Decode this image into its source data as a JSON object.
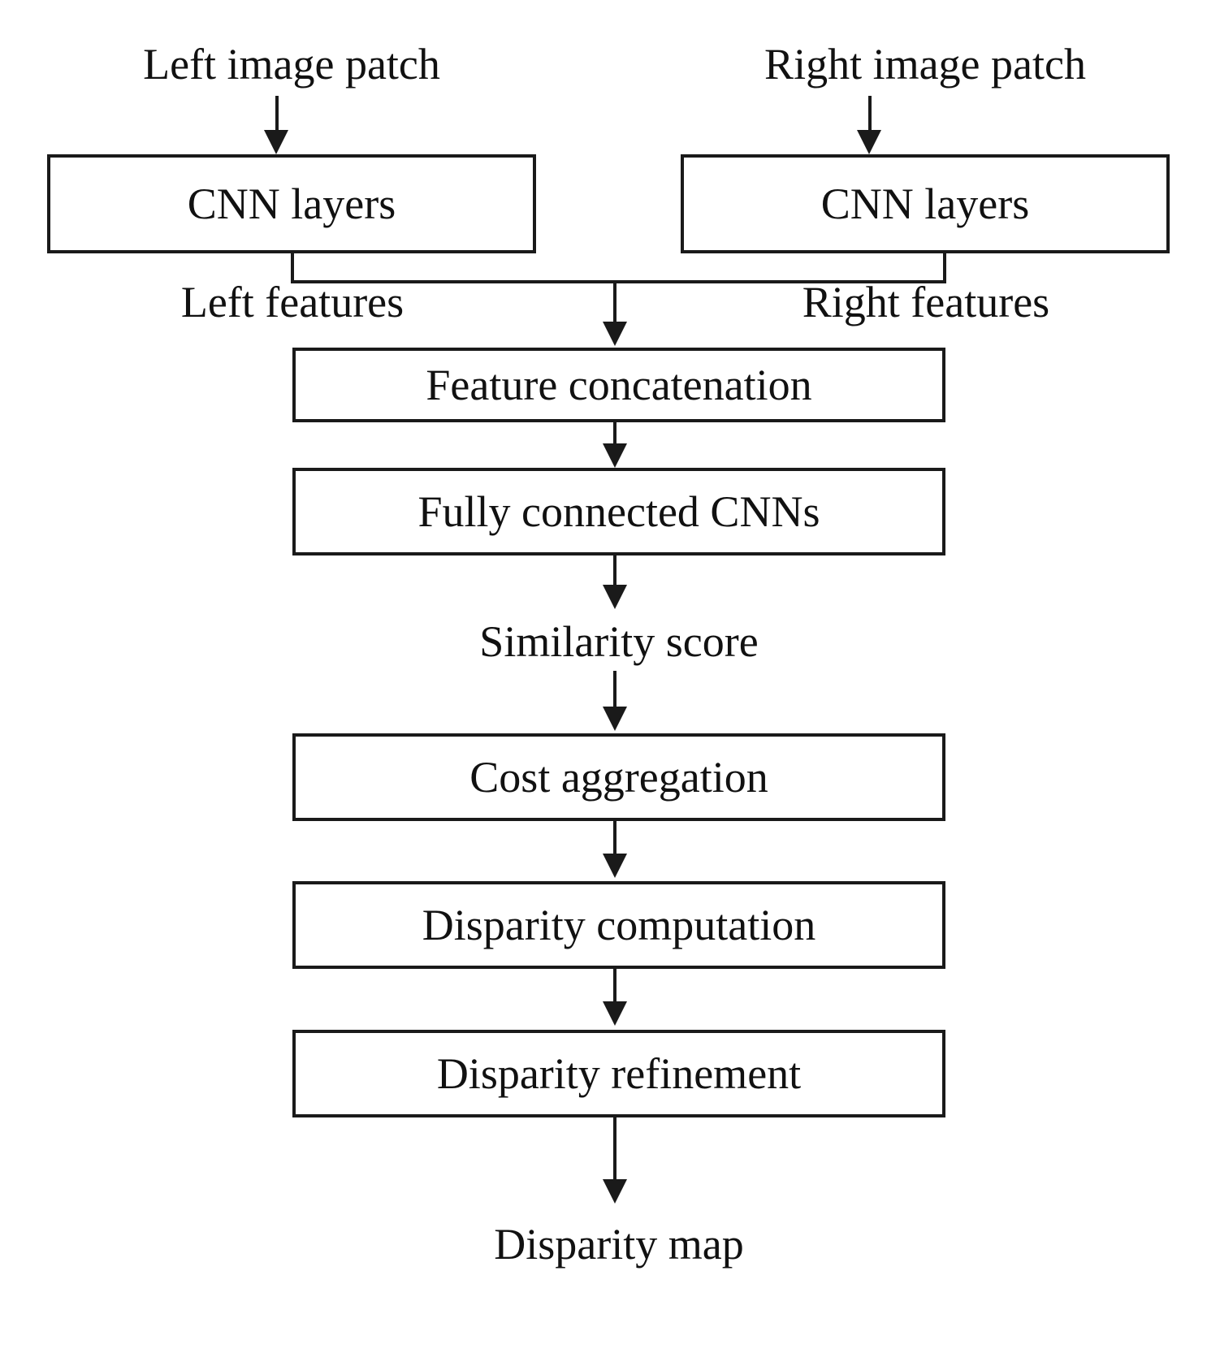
{
  "diagram": {
    "title": "Stereo matching CNN pipeline flowchart",
    "ink_color": "#1a1a1a",
    "background_color": "#ffffff",
    "inputs": {
      "left": "Left image patch",
      "right": "Right image patch"
    },
    "encoders": {
      "left": "CNN layers",
      "right": "CNN layers"
    },
    "edge_labels": {
      "left_features": "Left features",
      "right_features": "Right features",
      "similarity_score": "Similarity score"
    },
    "stages": [
      {
        "id": "feature-concatenation",
        "label": "Feature concatenation"
      },
      {
        "id": "fully-connected-cnns",
        "label": "Fully connected CNNs"
      },
      {
        "id": "cost-aggregation",
        "label": "Cost aggregation"
      },
      {
        "id": "disparity-computation",
        "label": "Disparity computation"
      },
      {
        "id": "disparity-refinement",
        "label": "Disparity refinement"
      }
    ],
    "output": "Disparity map"
  }
}
